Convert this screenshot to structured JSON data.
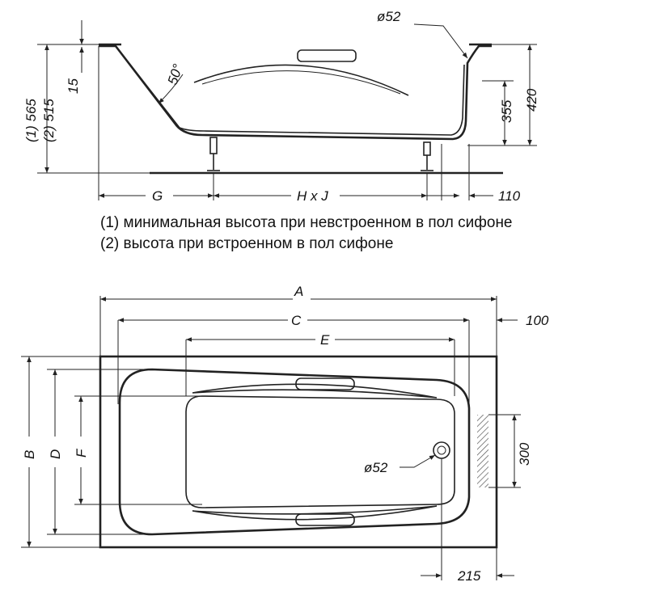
{
  "side_view": {
    "drain_label": "ø52",
    "angle_label": "50°",
    "rim_label": "15",
    "height_left_1": "(1) 565",
    "height_left_2": "(2) 515",
    "height_right_355": "355",
    "height_right_420": "420",
    "len_g": "G",
    "len_hxj": "H x J",
    "len_110": "110"
  },
  "notes": {
    "line1": "(1) минимальная высота при невстроенном в пол сифоне",
    "line2": "(2) высота при встроенном в пол сифоне"
  },
  "top_view": {
    "dim_a": "A",
    "dim_c": "C",
    "dim_e": "E",
    "dim_100": "100",
    "dim_b": "B",
    "dim_d": "D",
    "dim_f": "F",
    "dim_300": "300",
    "dim_215": "215",
    "drain_label": "ø52"
  },
  "colors": {
    "ink": "#222222",
    "hatch": "#555555"
  }
}
